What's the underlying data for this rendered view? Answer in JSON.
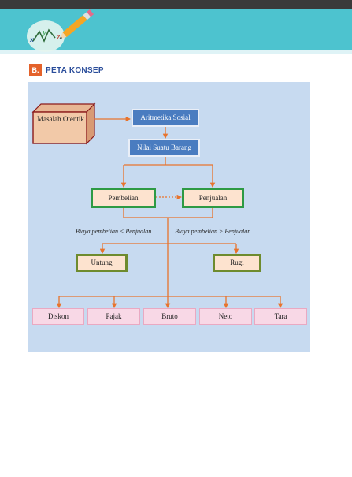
{
  "header": {
    "logo_letters": [
      "x",
      "y",
      "z"
    ],
    "banner_color": "#4dc3cf"
  },
  "section": {
    "badge": "B.",
    "title": "PETA KONSEP"
  },
  "diagram": {
    "problem": "Masalah Otentik",
    "topic": "Aritmetika Sosial",
    "value": "Nilai Suatu Barang",
    "buy": "Pembelian",
    "sell": "Penjualan",
    "cond_profit": "Biaya pembelian < Penjualan",
    "cond_loss": "Biaya pembelian > Penjualan",
    "profit": "Untung",
    "loss": "Rugi",
    "leaves": [
      "Diskon",
      "Pajak",
      "Bruto",
      "Neto",
      "Tara"
    ]
  },
  "colors": {
    "connector": "#e8732c",
    "blue_box": "#4a7cc0",
    "green_border": "#2e9a44",
    "olive_border": "#6e8b2e",
    "peach_fill": "#fde3cf",
    "pink_fill": "#f8d8e6",
    "cube_front": "#f2c9a8",
    "cube_border": "#8b1a1a"
  }
}
